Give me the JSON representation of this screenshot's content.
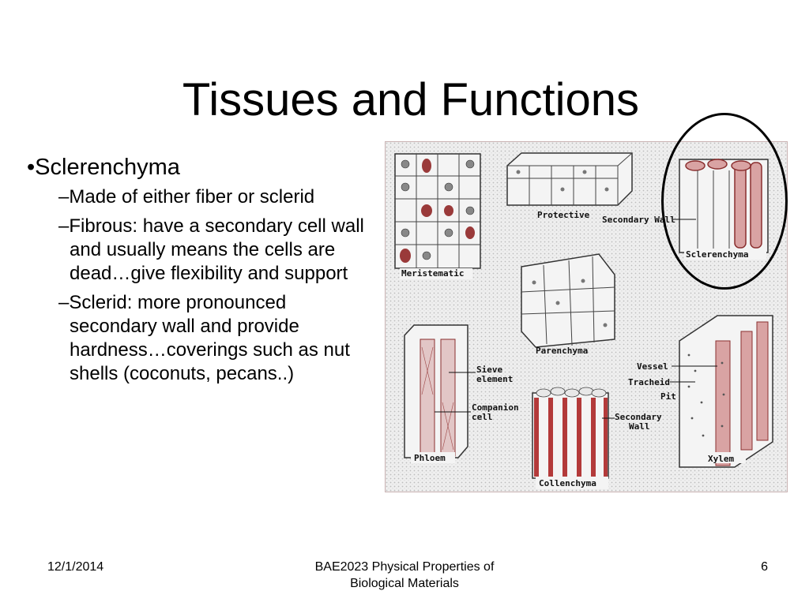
{
  "slide": {
    "title": "Tissues and Functions",
    "bullet": "•Sclerenchyma",
    "subpoints": [
      "–Made of either fiber or sclerid",
      "–Fibrous:  have a secondary cell wall and usually means the cells are dead…give flexibility and support",
      "–Sclerid: more pronounced secondary wall and provide hardness…coverings such as nut shells (coconuts, pecans..)"
    ]
  },
  "figure": {
    "labels": {
      "meristematic": "Meristematic",
      "protective": "Protective",
      "secondary_wall_top": "Secondary Wall",
      "sclerenchyma": "Sclerenchyma",
      "parenchyma": "Parenchyma",
      "phloem": "Phloem",
      "sieve": [
        "Sieve",
        "element"
      ],
      "companion": [
        "Companion",
        "cell"
      ],
      "collenchyma": "Collenchyma",
      "secondary_wall_bottom": [
        "Secondary",
        "Wall"
      ],
      "vessel": "Vessel",
      "tracheid": "Tracheid",
      "pit": "Pit",
      "xylem": "Xylem"
    },
    "colors": {
      "wall_red": "#b33a3a",
      "pink": "#d9a3a3",
      "background": "#ececec"
    }
  },
  "footer": {
    "date": "12/1/2014",
    "course_line1": "BAE2023 Physical Properties of",
    "course_line2": "Biological Materials",
    "page": "6"
  }
}
